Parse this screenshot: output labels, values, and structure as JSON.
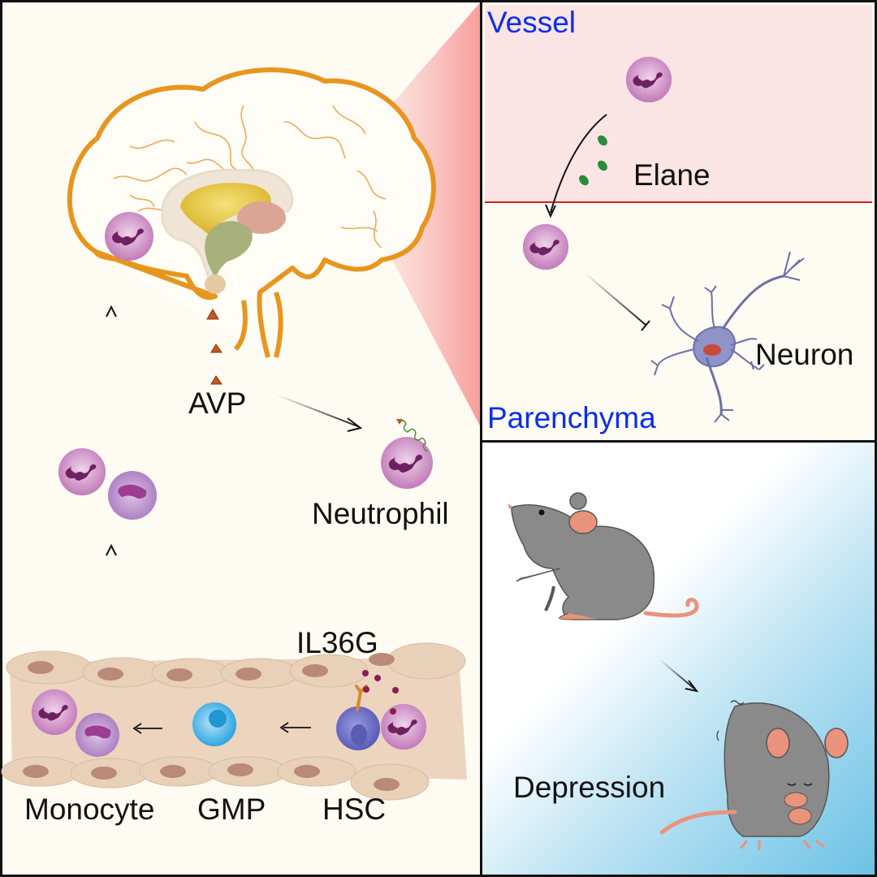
{
  "figure": {
    "left_panel": {
      "labels": {
        "avp": "AVP",
        "neutrophil": "Neutrophil",
        "il36g": "IL36G",
        "monocyte": "Monocyte",
        "gmp": "GMP",
        "hsc": "HSC"
      }
    },
    "right_top_panel": {
      "labels": {
        "vessel": "Vessel",
        "elane": "Elane",
        "neuron": "Neuron",
        "parenchyma": "Parenchyma"
      }
    },
    "right_bottom_panel": {
      "labels": {
        "depression": "Depression"
      }
    },
    "colors": {
      "brain_outline": "#e8951e",
      "neutrophil_cell": "#c77fc0",
      "neutrophil_nucleus": "#6e2160",
      "monocyte_cell": "#b583c8",
      "gmp_cell": "#3fb2e6",
      "hsc_cell": "#6a6cc6",
      "vessel_wall": "#ecd4bf",
      "vessel_nucleus": "#b98a77",
      "elane_granule": "#2a8a3a",
      "avp_marker": "#c0581c",
      "region_label": "#0b2df0",
      "vessel_divider": "#d42020",
      "mouse_body": "#8a8a8a",
      "mouse_pink": "#e9937c",
      "zoom_wedge": "#f8a0a0"
    }
  }
}
